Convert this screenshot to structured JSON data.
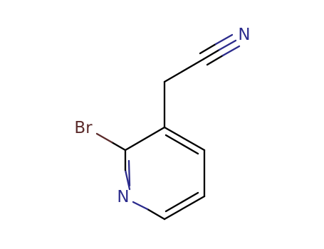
{
  "molecule": {
    "atoms": {
      "n_ring": {
        "label": "N",
        "color": "#2b2b8c"
      },
      "br": {
        "label": "Br",
        "color": "#5b2b2b"
      },
      "n_nitrile": {
        "label": "N",
        "color": "#2b2b8c"
      }
    },
    "colors": {
      "carbon_bond": "#000000",
      "nitrogen": "#2b2b8c",
      "bromine": "#5b2b2b"
    }
  }
}
